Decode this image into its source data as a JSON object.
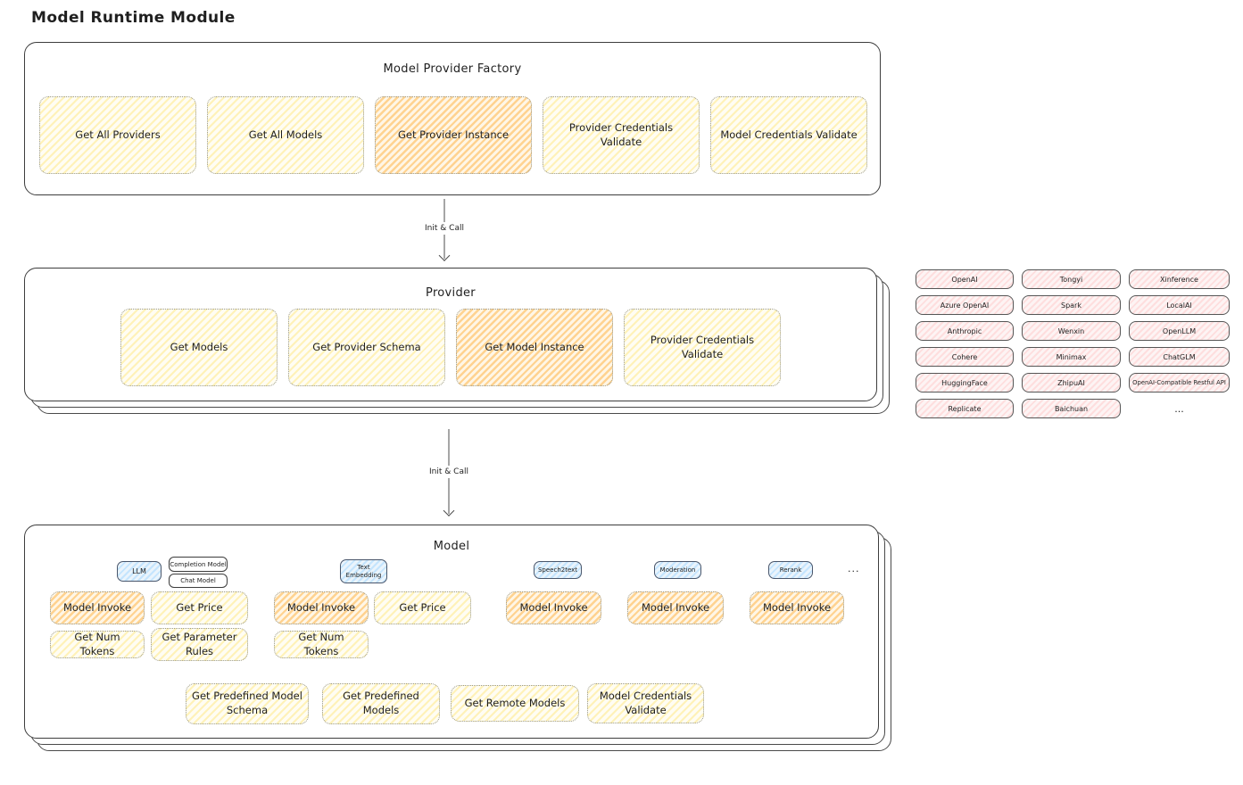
{
  "page_title": "Model Runtime Module",
  "colors": {
    "yellow_hatch": "#ffec99",
    "orange_hatch": "#ffca7a",
    "pink_hatch": "#ffc9c9",
    "blue_hatch": "#a5d8ff",
    "frame_stroke": "#3d3d3d",
    "dotted_stroke": "#98988a"
  },
  "factory": {
    "title": "Model Provider Factory",
    "buttons": [
      {
        "label": "Get All Providers",
        "variant": "yellow"
      },
      {
        "label": "Get All Models",
        "variant": "yellow"
      },
      {
        "label": "Get Provider Instance",
        "variant": "orange"
      },
      {
        "label": "Provider Credentials Validate",
        "variant": "yellow"
      },
      {
        "label": "Model Credentials Validate",
        "variant": "yellow"
      }
    ]
  },
  "arrow1_label": "Init & Call",
  "arrow2_label": "Init & Call",
  "provider": {
    "title": "Provider",
    "buttons": [
      {
        "label": "Get Models",
        "variant": "yellow"
      },
      {
        "label": "Get Provider Schema",
        "variant": "yellow"
      },
      {
        "label": "Get Model Instance",
        "variant": "orange"
      },
      {
        "label": "Provider Credentials Validate",
        "variant": "yellow"
      }
    ]
  },
  "provider_list": {
    "items": [
      "OpenAI",
      "Tongyi",
      "Xinference",
      "Azure OpenAI",
      "Spark",
      "LocalAI",
      "Anthropic",
      "Wenxin",
      "OpenLLM",
      "Cohere",
      "Minimax",
      "ChatGLM",
      "HuggingFace",
      "ZhipuAI",
      "OpenAI-Compatible Restful API",
      "Replicate",
      "Baichuan"
    ],
    "more": "..."
  },
  "model": {
    "title": "Model",
    "tabs": {
      "llm": "LLM",
      "completion_model": "Completion Model",
      "chat_model": "Chat Model",
      "text_embedding": "Text Embedding",
      "speech2text": "Speech2text",
      "moderation": "Moderation",
      "rerank": "Rerank",
      "more": "..."
    },
    "buttons": {
      "llm_invoke": "Model Invoke",
      "llm_get_price": "Get Price",
      "llm_get_num_tokens": "Get Num Tokens",
      "llm_get_parameter_rules": "Get Parameter Rules",
      "embedding_invoke": "Model Invoke",
      "embedding_get_price": "Get Price",
      "embedding_get_num_tokens": "Get Num Tokens",
      "speech2text_invoke": "Model Invoke",
      "moderation_invoke": "Model Invoke",
      "rerank_invoke": "Model Invoke",
      "get_predefined_model_schema": "Get Predefined Model Schema",
      "get_predefined_models": "Get Predefined Models",
      "get_remote_models": "Get Remote Models",
      "model_credentials_validate": "Model Credentials Validate"
    }
  }
}
